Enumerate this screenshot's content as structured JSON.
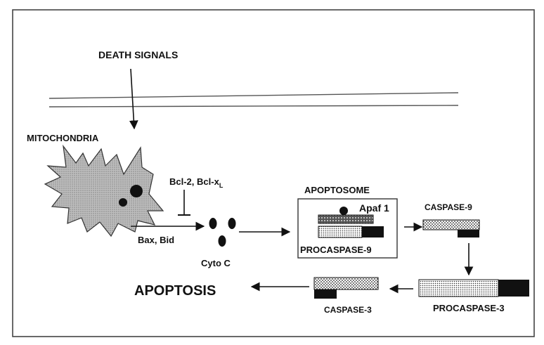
{
  "labels": {
    "death_signals": "DEATH SIGNALS",
    "mitochondria": "MITOCHONDRIA",
    "bcl2": "Bcl-2, Bcl-x",
    "bcl2_sub": "L",
    "bax_bid": "Bax, Bid",
    "cyto_c": "Cyto C",
    "apoptosome": "APOPTOSOME",
    "apaf1": "Apaf 1",
    "procaspase9": "PROCASPASE-9",
    "caspase9": "CASPASE-9",
    "procaspase3": "PROCASPASE-3",
    "caspase3": "CASPASE-3",
    "apoptosis": "APOPTOSIS"
  },
  "colors": {
    "ink": "#111111",
    "frame": "#444444",
    "mito_fill": "#c9c9c9",
    "membrane": "#555555"
  }
}
